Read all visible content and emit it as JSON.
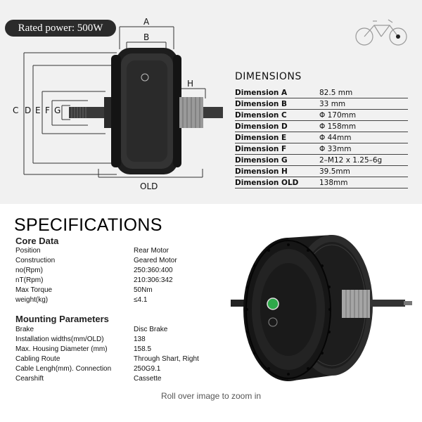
{
  "badge": {
    "rated_power": "Rated power: 500W"
  },
  "diagram_labels": {
    "a": "A",
    "b": "B",
    "c": "C",
    "d": "D",
    "e": "E",
    "f": "F",
    "g": "G",
    "h": "H",
    "old": "OLD"
  },
  "dimensions": {
    "title": "DIMENSIONS",
    "rows": [
      {
        "name": "Dimension A",
        "value": "82.5 mm"
      },
      {
        "name": "Dimension B",
        "value": "33 mm"
      },
      {
        "name": "Dimension C",
        "value": "Φ 170mm"
      },
      {
        "name": "Dimension D",
        "value": "Φ 158mm"
      },
      {
        "name": "Dimension E",
        "value": "Φ 44mm"
      },
      {
        "name": "Dimension F",
        "value": "Φ 33mm"
      },
      {
        "name": "Dimension G",
        "value": "2–M12 x 1.25–6g"
      },
      {
        "name": "Dimension H",
        "value": "39.5mm"
      },
      {
        "name": "Dimension OLD",
        "value": "138mm"
      }
    ]
  },
  "specs": {
    "title": "SPECIFICATIONS",
    "core_heading": "Core Data",
    "core": [
      {
        "k": "Position",
        "v": "Rear Motor"
      },
      {
        "k": "Construction",
        "v": "Geared Motor"
      },
      {
        "k": "no(Rpm)",
        "v": "250:360:400"
      },
      {
        "k": "nT(Rpm)",
        "v": "210:306:342"
      },
      {
        "k": "Max Torque",
        "v": "50Nm"
      },
      {
        "k": "weight(kg)",
        "v": "≤4.1"
      }
    ],
    "mount_heading": "Mounting Parameters",
    "mount": [
      {
        "k": "Brake",
        "v": "Disc Brake"
      },
      {
        "k": "Installation widths(mm/OLD)",
        "v": "138"
      },
      {
        "k": "Max. Housing Diameter (mm)",
        "v": "158.5"
      },
      {
        "k": "Cabling Route",
        "v": "Through Shart, Right"
      },
      {
        "k": "Cable Lengh(mm). Connection",
        "v": "250G9.1"
      },
      {
        "k": "Cearshift",
        "v": "Cassette"
      }
    ]
  },
  "footer": {
    "roll_over": "Roll over image to zoom in"
  }
}
